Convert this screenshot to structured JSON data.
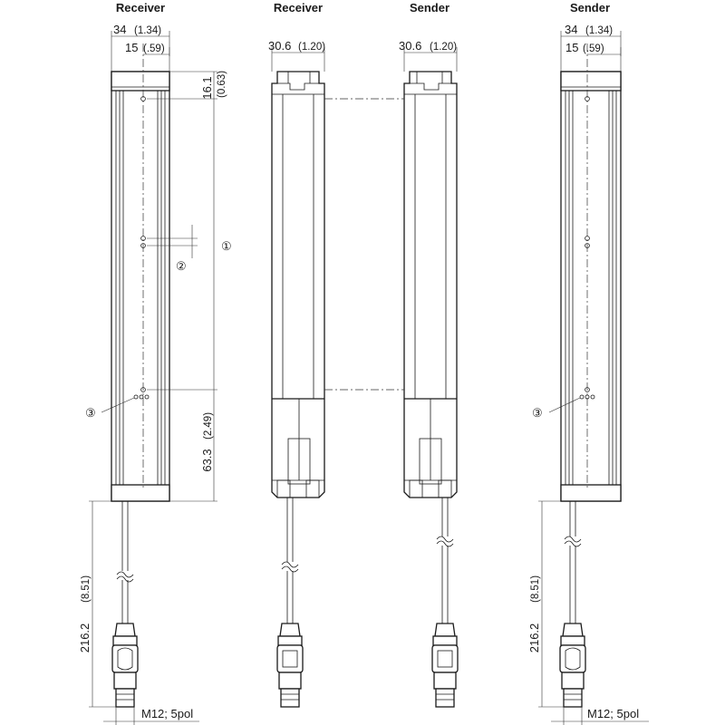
{
  "views": [
    {
      "title": "Receiver"
    },
    {
      "title": "Receiver"
    },
    {
      "title": "Sender"
    },
    {
      "title": "Sender"
    }
  ],
  "dimensions": {
    "outer_width": "34",
    "outer_width_in": "(1.34)",
    "inner_width": "15",
    "inner_width_in": "(.59)",
    "side_width": "30.6",
    "side_width_in": "(1.20)",
    "top_offset": "16.1",
    "top_offset_in": "(0.63)",
    "bottom_offset": "63.3",
    "bottom_offset_in": "(2.49)",
    "cable_length": "216.2",
    "cable_length_in": "(8.51)",
    "connector": "M12; 5pol"
  },
  "callouts": {
    "c1": "①",
    "c2": "②",
    "c3": "③"
  }
}
